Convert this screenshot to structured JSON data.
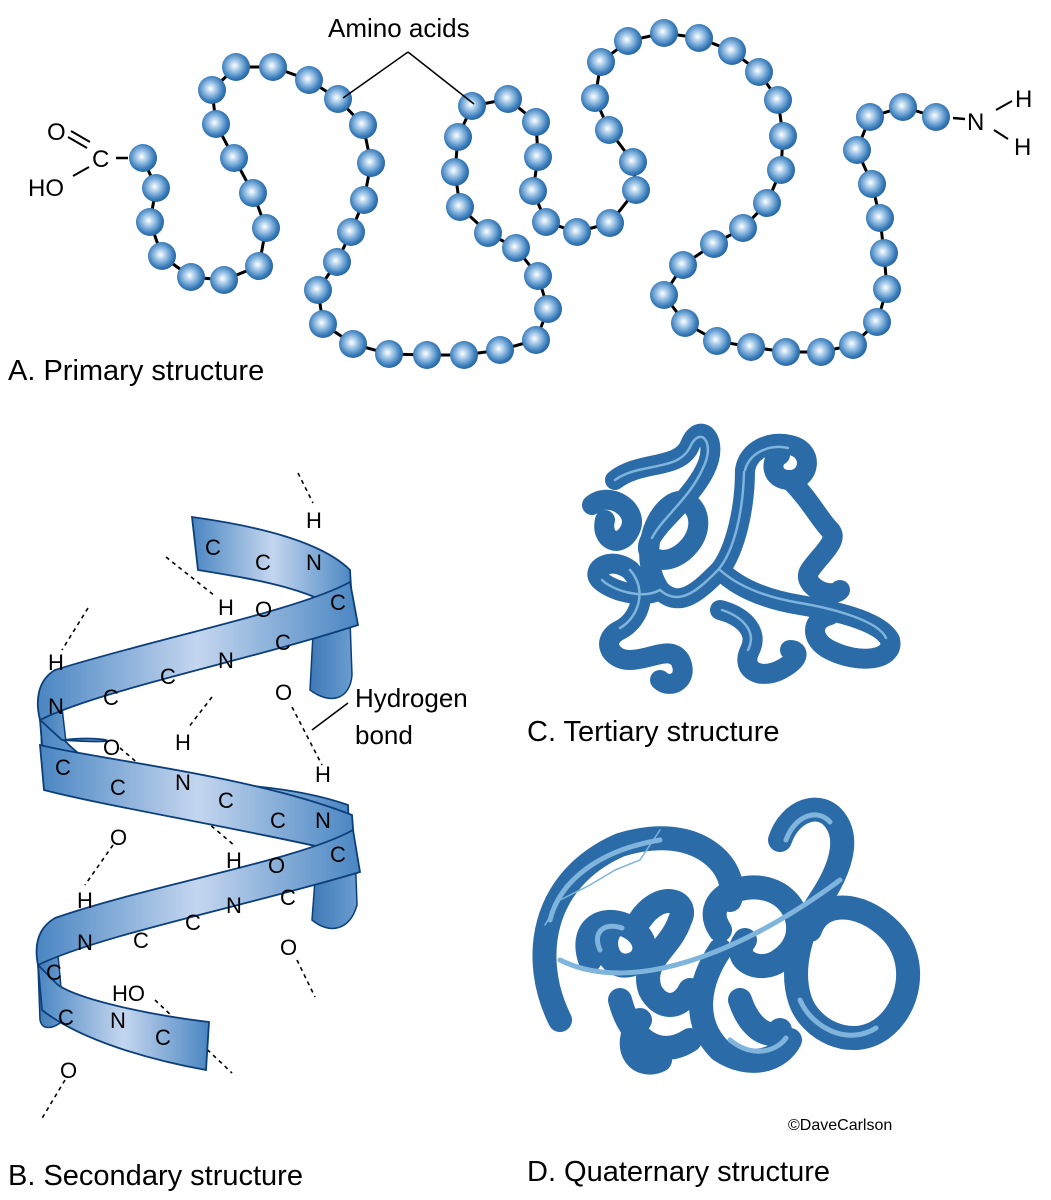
{
  "colors": {
    "bead": "#2f6fa8",
    "bead_highlight": "#ffffff",
    "ribbon_dark": "#4a86c2",
    "ribbon_light": "#c4d6ef",
    "ribbon_edge": "#0c3f7a",
    "tangle": "#2b6ca8",
    "tangle_highlight": "#7fb4dc",
    "ink": "#000000"
  },
  "panel_a": {
    "caption": "A. Primary structure",
    "callout": "Amino acids",
    "carboxyl": {
      "o": "O",
      "c": "C",
      "ho": "HO"
    },
    "amine": {
      "n": "N",
      "h1": "H",
      "h2": "H"
    }
  },
  "panel_b": {
    "caption": "B. Secondary structure",
    "callout_line1": "Hydrogen",
    "callout_line2": "bond",
    "atoms": {
      "c": "C",
      "n": "N",
      "o": "O",
      "h": "H",
      "ho": "HO"
    }
  },
  "panel_c": {
    "caption": "C. Tertiary structure"
  },
  "panel_d": {
    "caption": "D. Quaternary structure",
    "credit": "©DaveCarlson"
  }
}
